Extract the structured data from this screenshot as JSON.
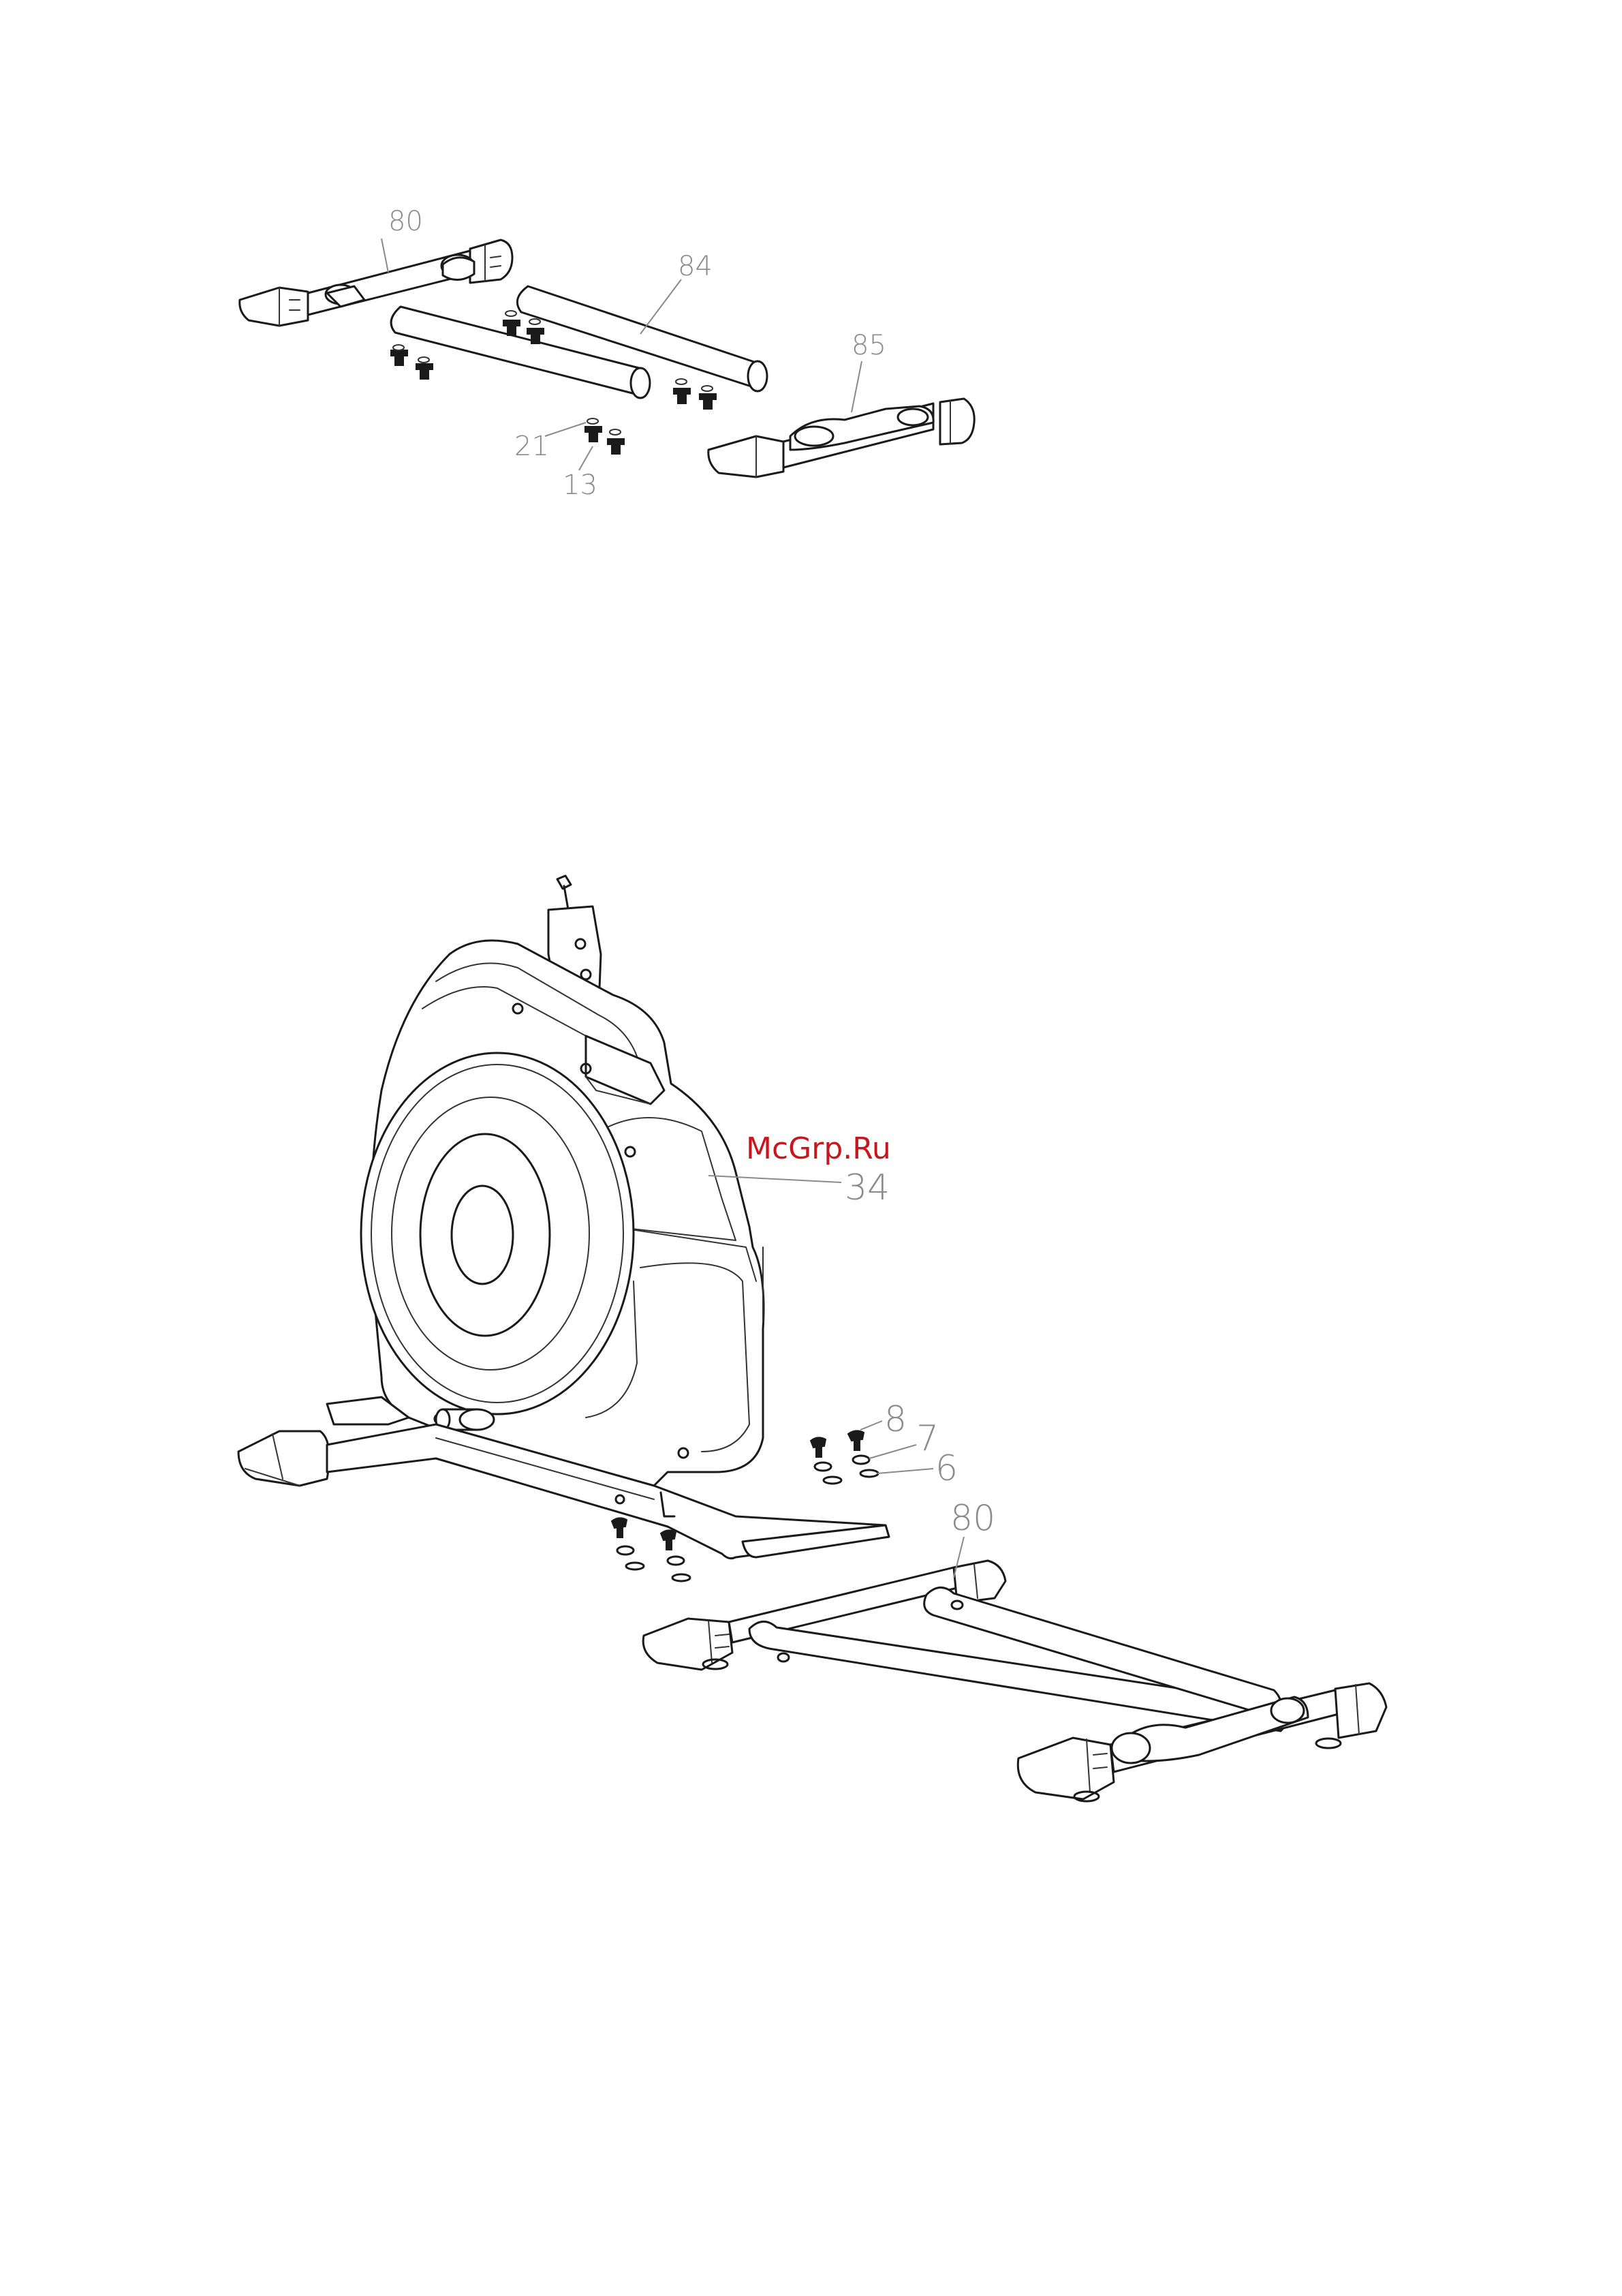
{
  "watermark": "McGrp.Ru",
  "diagram_top": {
    "labels": {
      "p80": "80",
      "p84": "84",
      "p85": "85",
      "p21": "21",
      "p13": "13"
    }
  },
  "diagram_bottom": {
    "labels": {
      "p34": "34",
      "p8": "8",
      "p7": "7",
      "p6": "6",
      "p80": "80"
    }
  },
  "colors": {
    "line": "#1a1a1a",
    "callout": "#8a8a8a",
    "watermark": "#c8161d"
  }
}
